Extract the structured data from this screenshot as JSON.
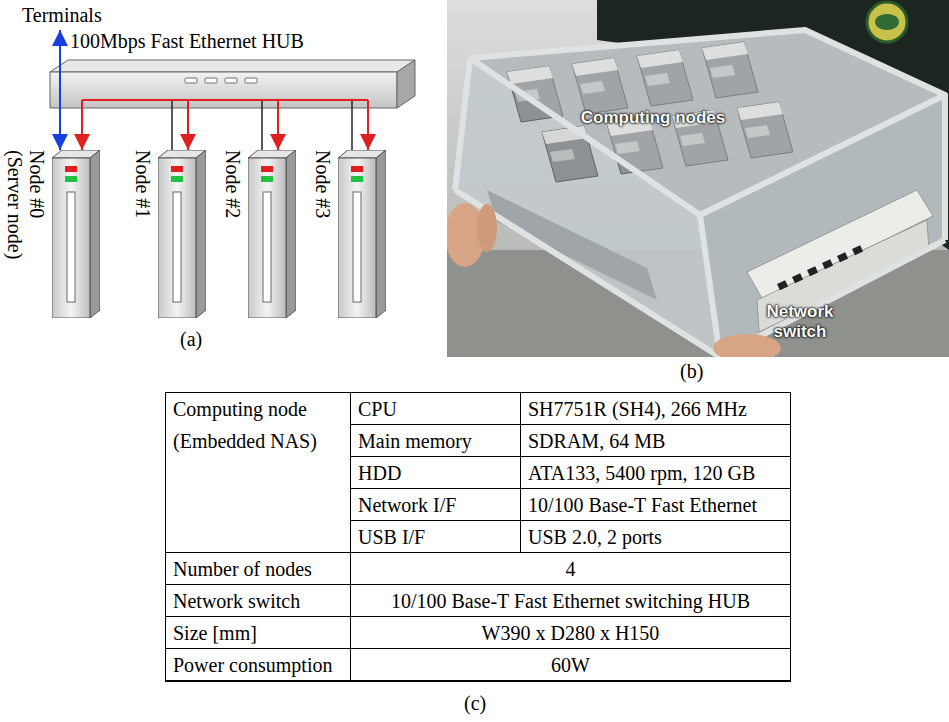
{
  "diagram": {
    "nodes": [
      {
        "text": [
          "100Mbps Fast Ethernet HUB"
        ]
      },
      {
        "text": [
          "Node #0",
          "(Server node)"
        ]
      },
      {
        "text": [
          "Node #1"
        ]
      },
      {
        "text": [
          "Node #2"
        ]
      },
      {
        "text": [
          "Node #3"
        ]
      }
    ],
    "edges": [
      {
        "from": 0,
        "to": 1,
        "arrow": "to"
      },
      {
        "from": 0,
        "to": 2,
        "arrow": "to"
      },
      {
        "from": 0,
        "to": 3,
        "arrow": "to"
      },
      {
        "from": 0,
        "to": 4,
        "arrow": "to"
      }
    ],
    "labels": [
      "Terminals",
      "(a)",
      "Computing nodes",
      "Network switch",
      "(b)",
      "Computing node",
      "(Embedded NAS)",
      "CPU",
      "SH7751R (SH4), 266 MHz",
      "Main memory",
      "SDRAM, 64 MB",
      "HDD",
      "ATA133, 5400 rpm, 120 GB",
      "Network I/F",
      "10/100 Base-T Fast Ethernet",
      "USB I/F",
      "USB 2.0, 2 ports",
      "Number of nodes",
      "4",
      "Network switch",
      "10/100 Base-T Fast Ethernet switching HUB",
      "Size [mm]",
      "W390 x D280 x H150",
      "Power consumption",
      "60W",
      "(c)"
    ]
  }
}
